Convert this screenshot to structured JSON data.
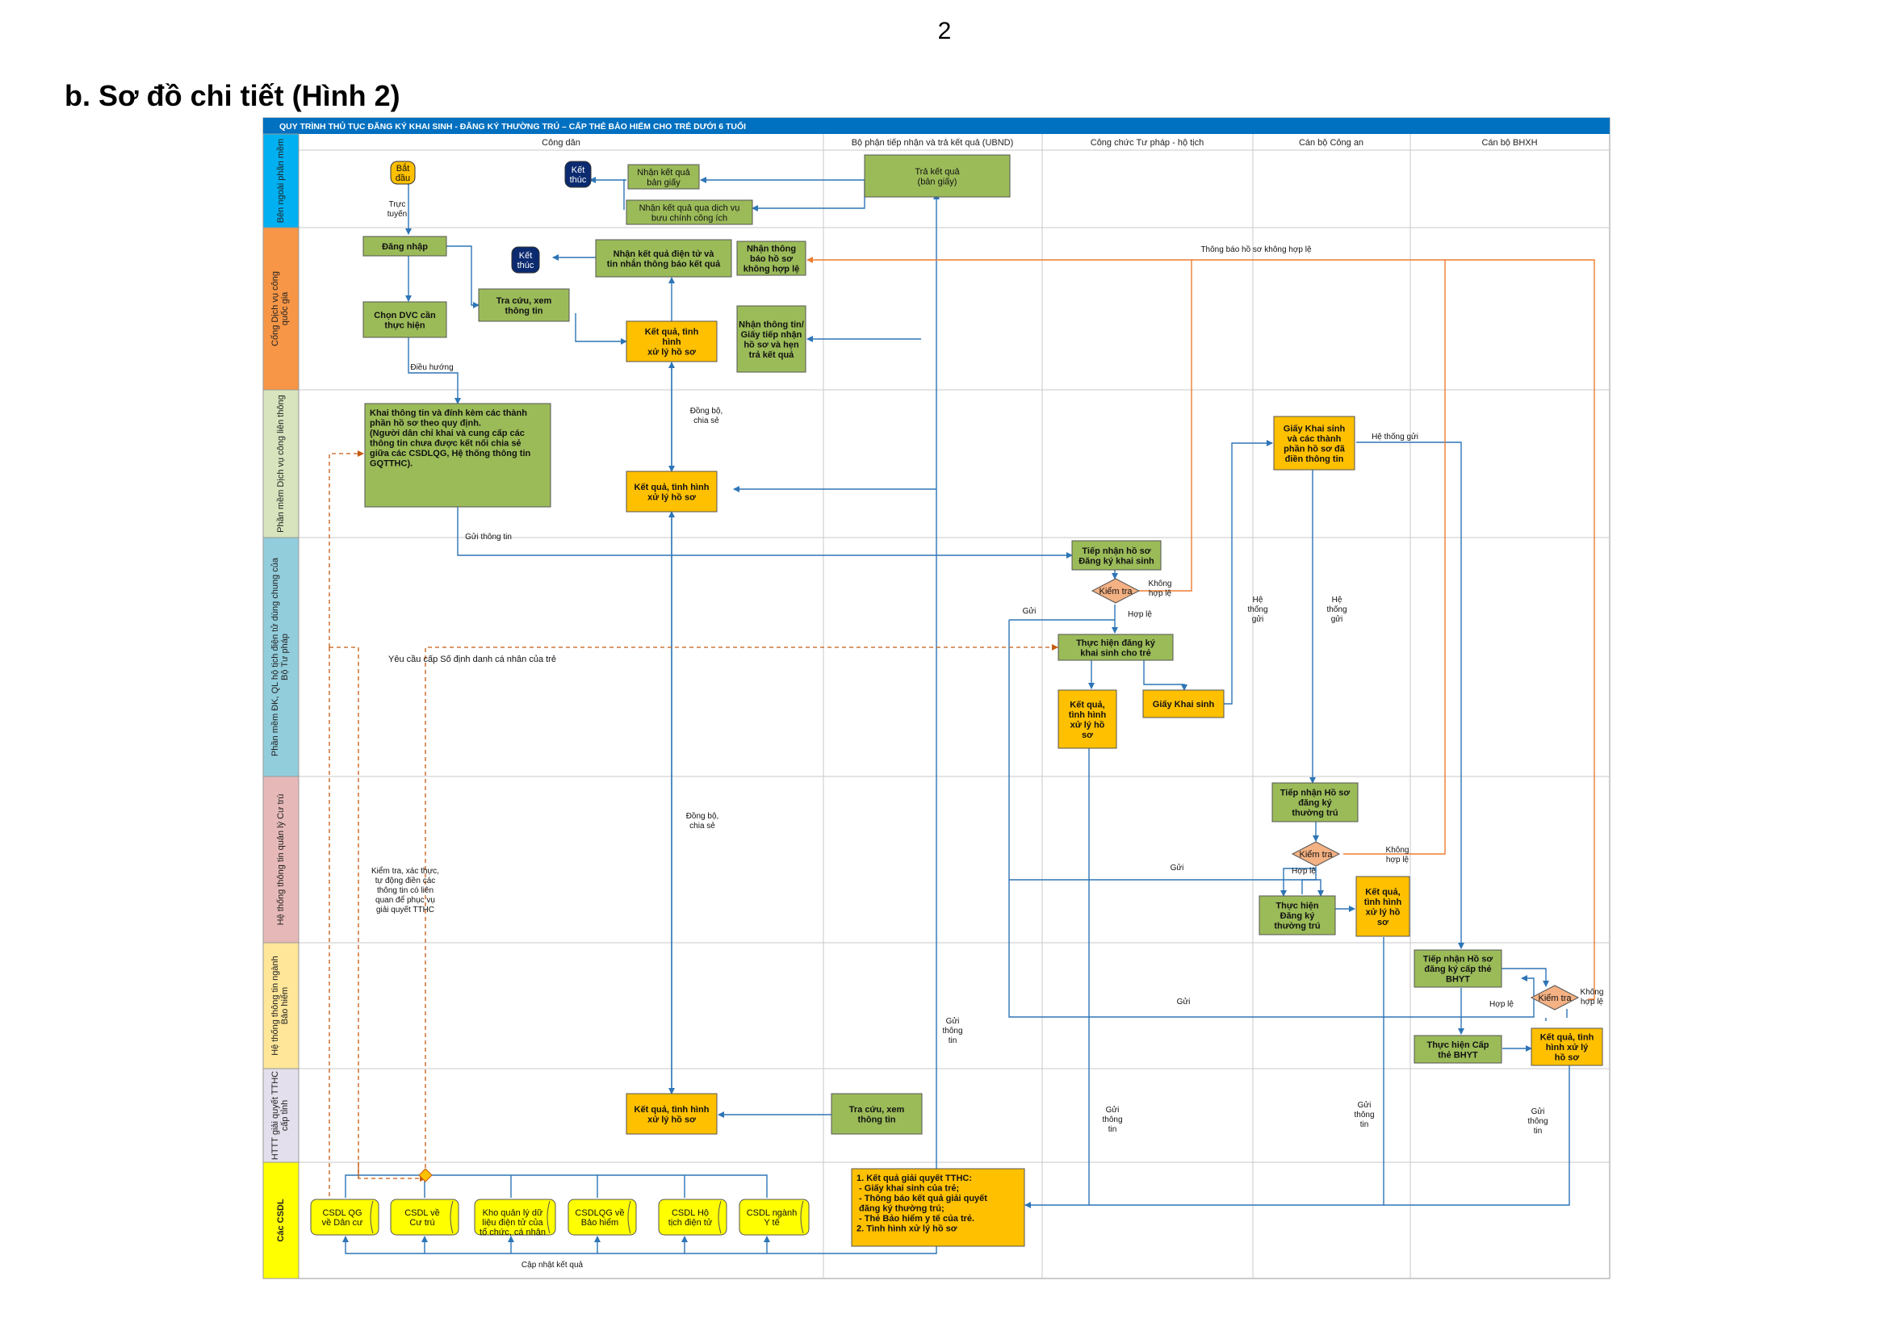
{
  "page_number": "2",
  "section_heading": "b. Sơ đồ chi tiết (Hình 2)",
  "diagram": {
    "title": "QUY TRÌNH THỦ TỤC ĐĂNG KÝ KHAI SINH - ĐĂNG KÝ THƯỜNG TRÚ – CẤP THẺ BẢO HIỂM CHO TRẺ DƯỚI 6 TUỔI",
    "columns": {
      "cong_dan": "Công dân",
      "bo_phan": "Bộ phận tiếp nhận và trả kết quả (UBND)",
      "tu_phap": "Công chức Tư pháp - hộ tịch",
      "cong_an": "Cán bộ Công an",
      "bhxh": "Cán bộ BHXH"
    },
    "lanes": {
      "l1": [
        "Bên ngoài phần mềm"
      ],
      "l2": [
        "Cổng Dịch vụ công",
        "quốc gia"
      ],
      "l3": [
        "Phần mềm Dịch vụ công liên thông"
      ],
      "l4": [
        "Phần mềm ĐK, QL hộ tịch điện tử dùng chung của",
        "Bộ Tư pháp"
      ],
      "l5": [
        "Hệ thống thông tin quản lý Cư trú"
      ],
      "l6": [
        "Hệ thống thông tin ngành",
        "Bảo hiểm"
      ],
      "l7": [
        "HTTT giải quyết TTHC",
        "cấp tỉnh"
      ],
      "l8": [
        "Các CSDL"
      ]
    },
    "nodes": {
      "bat_dau": [
        "Bắt",
        "đầu"
      ],
      "ket_thuc_1": [
        "Kết",
        "thúc"
      ],
      "ket_thuc_2": [
        "Kết",
        "thúc"
      ],
      "nhan_kq_ban_giay": [
        "Nhận kết quả",
        "bản giấy"
      ],
      "nhan_kq_buu_chinh": [
        "Nhận kết quả qua dịch vụ",
        "bưu chính công ích"
      ],
      "tra_kq_ban_giay": [
        "Trả kết quả",
        "(bản giấy)"
      ],
      "dang_nhap": [
        "Đăng nhập"
      ],
      "chon_dvc": [
        "Chọn DVC cần",
        "thực hiện"
      ],
      "tra_cuu_1": [
        "Tra cứu, xem",
        "thông tin"
      ],
      "nhan_kq_dien_tu": [
        "Nhận kết quả điện tử và",
        "tin nhắn thông báo kết quả"
      ],
      "nhan_tb_khong_hop_le": [
        "Nhận thông",
        "báo hồ sơ",
        "không hợp lệ"
      ],
      "kq_tinh_hinh_1": [
        "Kết quả, tình",
        "hình",
        "xử lý hồ sơ"
      ],
      "nhan_tt_giay_tiep_nhan": [
        "Nhận thông tin/",
        "Giấy tiếp nhận",
        "hồ sơ và hẹn",
        "trả kết quả"
      ],
      "khai_thong_tin": [
        "Khai thông tin và đính kèm các thành",
        "phần hồ sơ theo quy định.",
        "",
        "(Người dân chỉ khai và cung cấp các",
        "thông tin chưa được kết nối chia sẻ",
        "giữa các CSDLQG, Hệ thống thông tin",
        "GQTTHC)."
      ],
      "kq_tinh_hinh_2": [
        "Kết quả, tình hình",
        "xử lý hồ sơ"
      ],
      "giay_khai_sinh_thanh_phan": [
        "Giấy Khai sinh",
        "và các thành",
        "phần hồ sơ đã",
        "điền thông tin"
      ],
      "tiep_nhan_khai_sinh": [
        "Tiếp nhận hồ sơ",
        "Đăng ký khai sinh"
      ],
      "kiem_tra_1": [
        "Kiểm tra"
      ],
      "thuc_hien_khai_sinh": [
        "Thực hiện đăng ký",
        "khai sinh cho trẻ"
      ],
      "kq_tinh_hinh_ks": [
        "Kết quả,",
        "tình hình",
        "xử lý hồ",
        "sơ"
      ],
      "giay_khai_sinh": [
        "Giấy Khai sinh"
      ],
      "tiep_nhan_thuong_tru": [
        "Tiếp nhận Hồ sơ",
        "đăng ký",
        "thường trú"
      ],
      "kiem_tra_2": [
        "Kiểm tra"
      ],
      "thuc_hien_thuong_tru": [
        "Thực hiện",
        "Đăng ký",
        "thường trú"
      ],
      "kq_tinh_hinh_tt": [
        "Kết quả,",
        "tình hình",
        "xử lý hồ",
        "sơ"
      ],
      "tiep_nhan_bhyt": [
        "Tiếp nhận Hồ sơ",
        "đăng ký cấp thẻ",
        "BHYT"
      ],
      "kiem_tra_3": [
        "Kiểm tra"
      ],
      "thuc_hien_bhyt": [
        "Thực hiện Cấp",
        "thẻ BHYT"
      ],
      "kq_tinh_hinh_bhyt": [
        "Kết quả, tình",
        "hình xử lý",
        "hồ sơ"
      ],
      "kq_tinh_hinh_3": [
        "Kết quả, tình hình",
        "xử lý hồ sơ"
      ],
      "tra_cuu_2": [
        "Tra cứu, xem",
        "thông tin"
      ],
      "csdl_dan_cu": [
        "CSDL QG",
        "về Dân cư"
      ],
      "csdl_cu_tru": [
        "CSDL về",
        "Cư trú"
      ],
      "kho_quan_ly": [
        "Kho quản lý dữ",
        "liệu điện tử của",
        "tổ chức, cá nhân"
      ],
      "csdl_bao_hiem": [
        "CSDLQG về",
        "Bảo hiểm"
      ],
      "csdl_ho_tich": [
        "CSDL Hộ",
        "tịch điện tử"
      ],
      "csdl_y_te": [
        "CSDL ngành",
        "Y tế"
      ],
      "ket_qua_giai_quyet": [
        "1. Kết quả giải quyết TTHC:",
        "   - Giấy khai sinh của trẻ;",
        "   - Thông báo kết quả giải quyết",
        "     đăng ký thường trú;",
        "   - Thẻ Bảo hiểm y tế của trẻ.",
        "2. Tình hình xử lý hồ sơ"
      ]
    },
    "edge_labels": {
      "truc_tuyen": [
        "Trực",
        "tuyến"
      ],
      "dieu_huong": [
        "Điều hướng"
      ],
      "dong_bo_1": [
        "Đồng bộ,",
        "chia sẻ"
      ],
      "dong_bo_2": [
        "Đồng bộ,",
        "chia sẻ"
      ],
      "gui_thong_tin_1": [
        "Gửi thông tin"
      ],
      "tb_khong_hop_le": [
        "Thông báo hồ sơ không hợp lệ"
      ],
      "he_thong_gui_1": [
        "Hệ thống gửi"
      ],
      "he_thong_gui_2": [
        "Hệ",
        "thống",
        "gửi"
      ],
      "he_thong_gui_3": [
        "Hệ",
        "thống",
        "gửi"
      ],
      "khong_hop_le_1": [
        "Không",
        "hợp lệ"
      ],
      "khong_hop_le_2": [
        "Không",
        "hợp lệ"
      ],
      "khong_hop_le_3": [
        "Không",
        "hợp lệ"
      ],
      "hop_le_1": [
        "Hợp lệ"
      ],
      "hop_le_2": [
        "Hợp lệ"
      ],
      "hop_le_3": [
        "Hợp lệ"
      ],
      "gui_1": [
        "Gửi"
      ],
      "gui_2": [
        "Gửi"
      ],
      "gui_3": [
        "Gửi"
      ],
      "yeu_cau_so_dinh_danh": [
        "Yêu cầu cấp Số định danh cá nhân của trẻ"
      ],
      "kiem_tra_xac_thuc": [
        "Kiểm tra, xác thực,",
        "tự động điền các",
        "thông tin có liên",
        "quan để phục vụ",
        "giải quyết TTHC"
      ],
      "gui_tt_a": [
        "Gửi",
        "thông",
        "tin"
      ],
      "gui_tt_b": [
        "Gửi",
        "thông",
        "tin"
      ],
      "gui_tt_c": [
        "Gửi",
        "thông",
        "tin"
      ],
      "gui_tt_d": [
        "Gửi",
        "thông",
        "tin"
      ],
      "cap_nhat_ket_qua": [
        "Cập nhật kết quả"
      ]
    },
    "colors": {
      "title_bar": "#0070C0",
      "green_box": "#9BBB59",
      "orange_box": "#FFC000",
      "diamond": "#F4B183",
      "terminal": "#0B2A6F",
      "flow_line": "#2E75B6",
      "reject_line": "#ED7D31",
      "dashed_line": "#C55A11",
      "cylinder": "#FFFF00"
    }
  }
}
